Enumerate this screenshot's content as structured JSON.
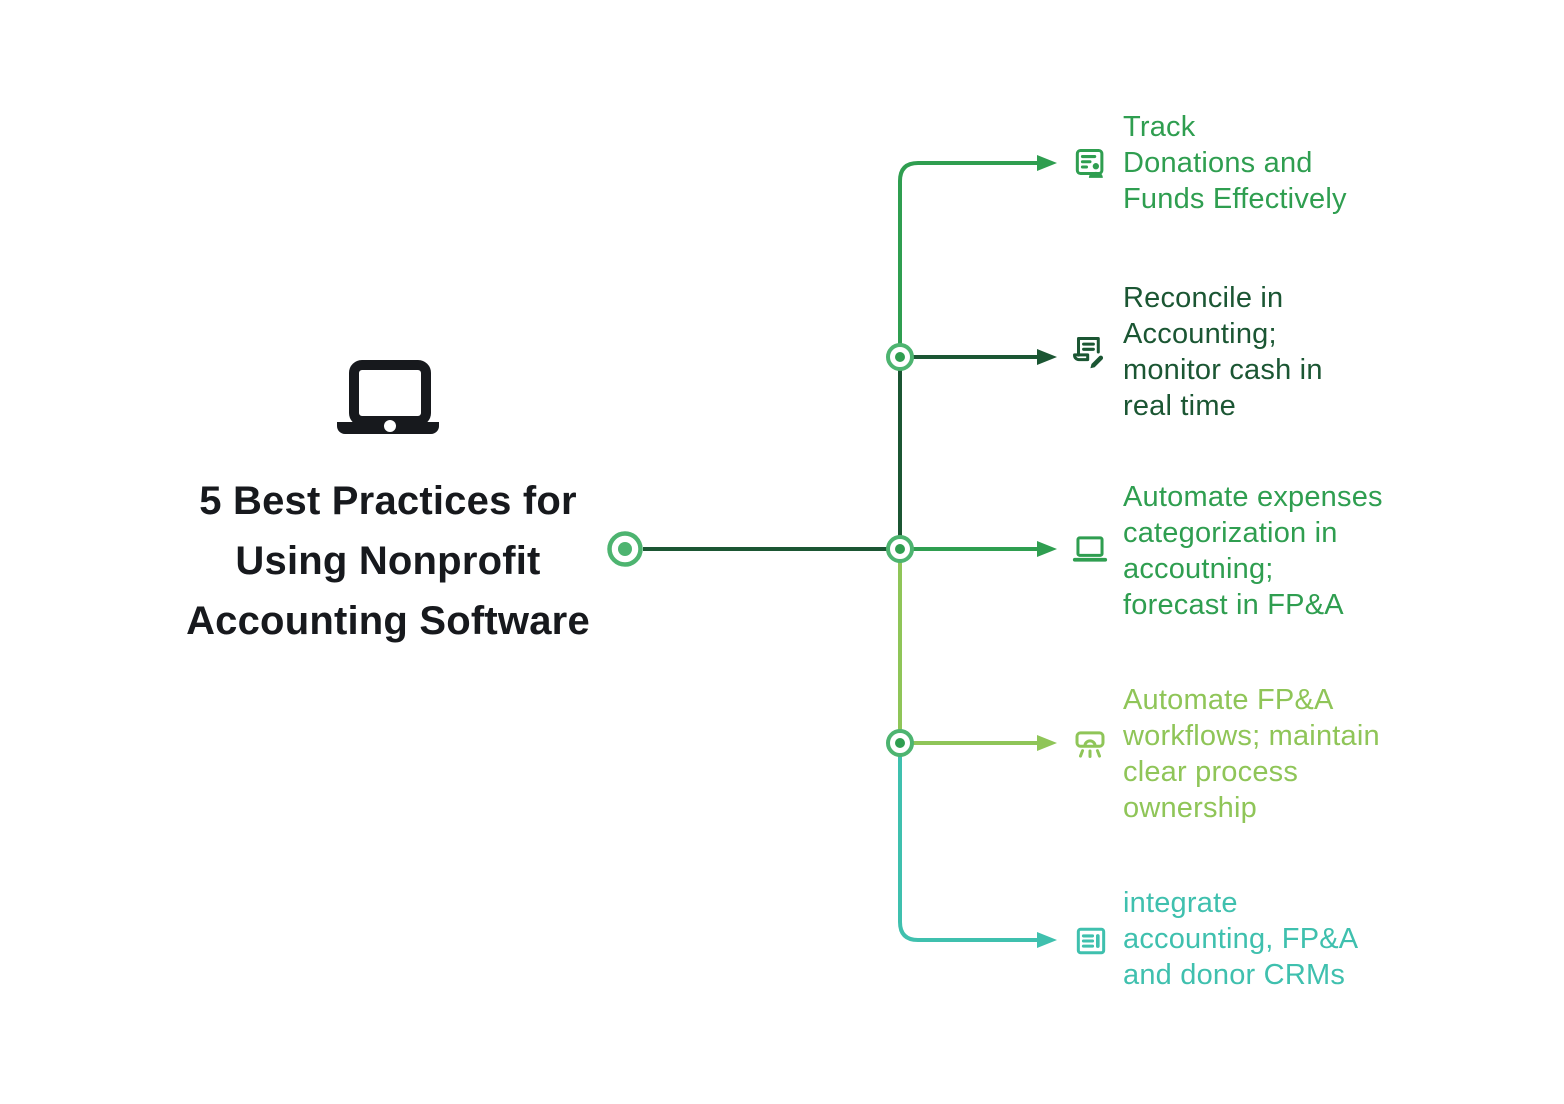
{
  "title": {
    "text": "5 Best Practices for Using Nonprofit Accounting Software",
    "lines": [
      "5 Best Practices for",
      "Using Nonprofit",
      "Accounting Software"
    ]
  },
  "colors": {
    "background": "#FFFFFF",
    "title_text": "#17191D",
    "laptop_glyph": "#17191D",
    "node_ring": "#4DB470",
    "node_dot": "#2F9E50",
    "medium_green": "#2F9E50",
    "dark_green": "#1B5633",
    "lime_green": "#8FC558",
    "teal": "#3FC0AE"
  },
  "branches": [
    {
      "icon": "contact-card-icon",
      "color": "#2F9E50",
      "label": "Track Donations and Funds Effectively",
      "label_lines": [
        "Track",
        "Donations and",
        "Funds Effectively"
      ]
    },
    {
      "icon": "document-edit-icon",
      "color": "#1B5633",
      "label": "Reconcile in Accounting; monitor cash in real time",
      "label_lines": [
        "Reconcile in",
        "Accounting;",
        "monitor cash in",
        "real time"
      ]
    },
    {
      "icon": "laptop-outline-icon",
      "color": "#2F9E50",
      "label": "Automate expenses categorization in accoutning; forecast in FP&A",
      "label_lines": [
        "Automate expenses",
        "categorization in",
        "accoutning;",
        "forecast in FP&A"
      ]
    },
    {
      "icon": "ac-unit-icon",
      "color": "#8FC558",
      "label": "Automate FP&A workflows; maintain clear process ownership",
      "label_lines": [
        "Automate FP&A",
        "workflows; maintain",
        "clear process",
        "ownership"
      ]
    },
    {
      "icon": "article-icon",
      "color": "#3FC0AE",
      "label": "integrate accounting, FP&A and donor CRMs",
      "label_lines": [
        "integrate",
        "accounting, FP&A",
        "and donor CRMs"
      ]
    }
  ]
}
